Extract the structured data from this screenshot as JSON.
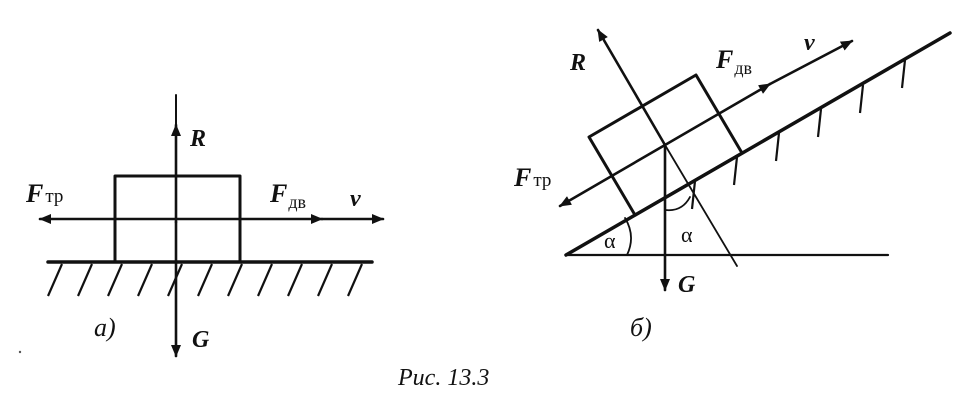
{
  "diagram_a": {
    "label_R": "R",
    "label_F": "F",
    "label_tr": "тр",
    "label_dv": "дв",
    "label_v": "v",
    "label_G": "G",
    "caption": "а)"
  },
  "diagram_b": {
    "label_R": "R",
    "label_F": "F",
    "label_dv": "дв",
    "label_v": "v",
    "label_tr": "тр",
    "label_G": "G",
    "label_alpha_left": "α",
    "label_alpha_right": "α",
    "caption": "б)"
  },
  "figure_caption": "Рис. 13.3"
}
